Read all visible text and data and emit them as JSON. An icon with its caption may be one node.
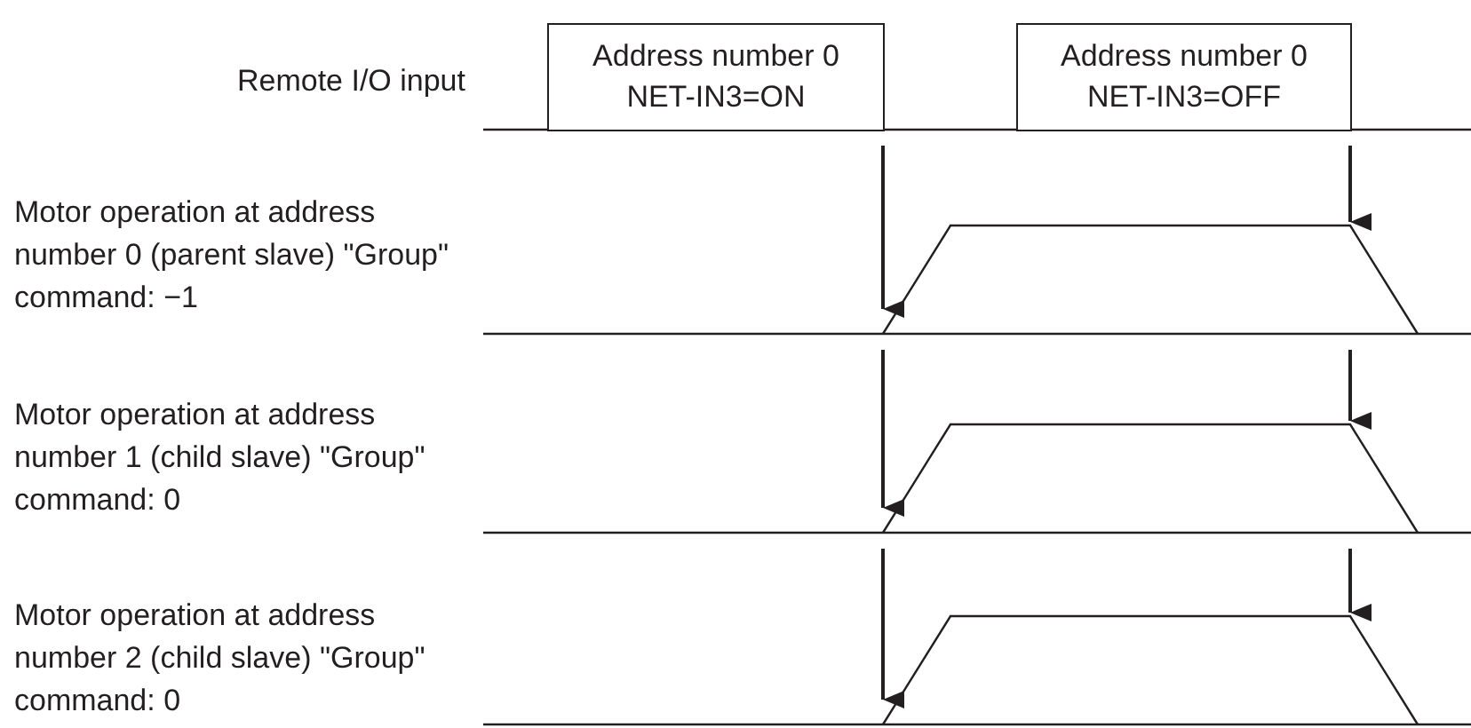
{
  "diagram": {
    "nodes": [
      {
        "text": [
          "Address number 0 NET-IN3=ON"
        ]
      },
      {
        "text": [
          "Address number 0 NET-IN3=OFF"
        ]
      }
    ],
    "labels": [
      "Remote I/O input",
      "Motor operation at address number 0 (parent slave) \"Group\" command: −1",
      "Motor operation at address number 1 (child slave) \"Group\" command: 0",
      "Motor operation at address number 2 (child slave) \"Group\" command: 0"
    ]
  }
}
